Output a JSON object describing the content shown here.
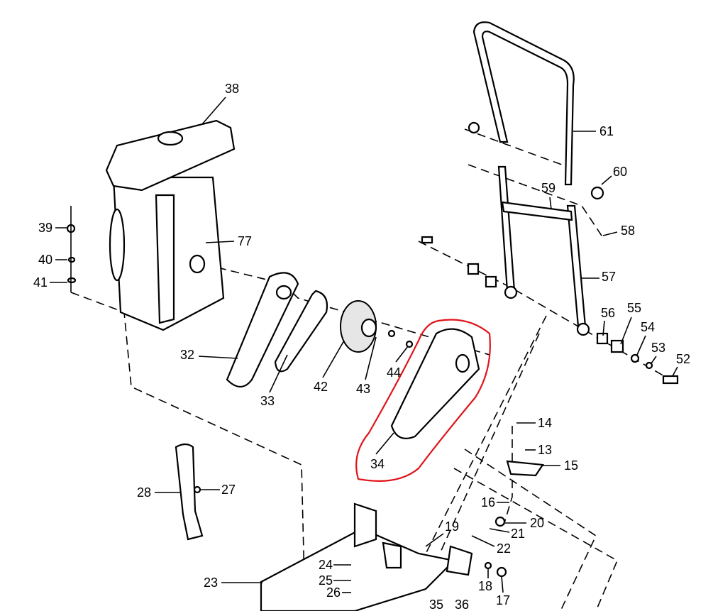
{
  "diagram": {
    "type": "exploded parts diagram",
    "highlight_color": "#e0141a",
    "highlighted_part": "34",
    "callouts": {
      "p38": "38",
      "p39": "39",
      "p40": "40",
      "p41": "41",
      "p77": "77",
      "p32": "32",
      "p33": "33",
      "p42": "42",
      "p43": "43",
      "p44": "44",
      "p34": "34",
      "p61": "61",
      "p60": "60",
      "p59": "59",
      "p58": "58",
      "p57": "57",
      "p56": "56",
      "p55": "55",
      "p54": "54",
      "p53": "53",
      "p52": "52",
      "p14": "14",
      "p13": "13",
      "p15": "15",
      "p16": "16",
      "p20": "20",
      "p21": "21",
      "p22": "22",
      "p19": "19",
      "p18": "18",
      "p17": "17",
      "p28": "28",
      "p27": "27",
      "p23": "23",
      "p24": "24",
      "p25": "25",
      "p26": "26",
      "p35": "35",
      "p36": "36"
    }
  }
}
